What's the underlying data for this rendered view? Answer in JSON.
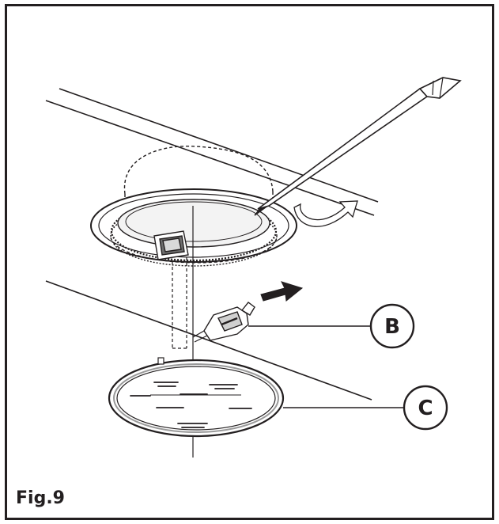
{
  "figure": {
    "label": "Fig.9",
    "callouts": [
      {
        "id": "B",
        "text": "B"
      },
      {
        "id": "C",
        "text": "C"
      }
    ]
  },
  "colors": {
    "line": "#231f20",
    "frame": "#231f20",
    "background": "#ffffff",
    "arrow_fill": "#231f20",
    "rim_gray": "#9a9a9a"
  },
  "icons": [
    "screwdriver-icon",
    "rotate-arrow-icon",
    "insert-arrow-icon",
    "halogen-bulb-icon"
  ]
}
